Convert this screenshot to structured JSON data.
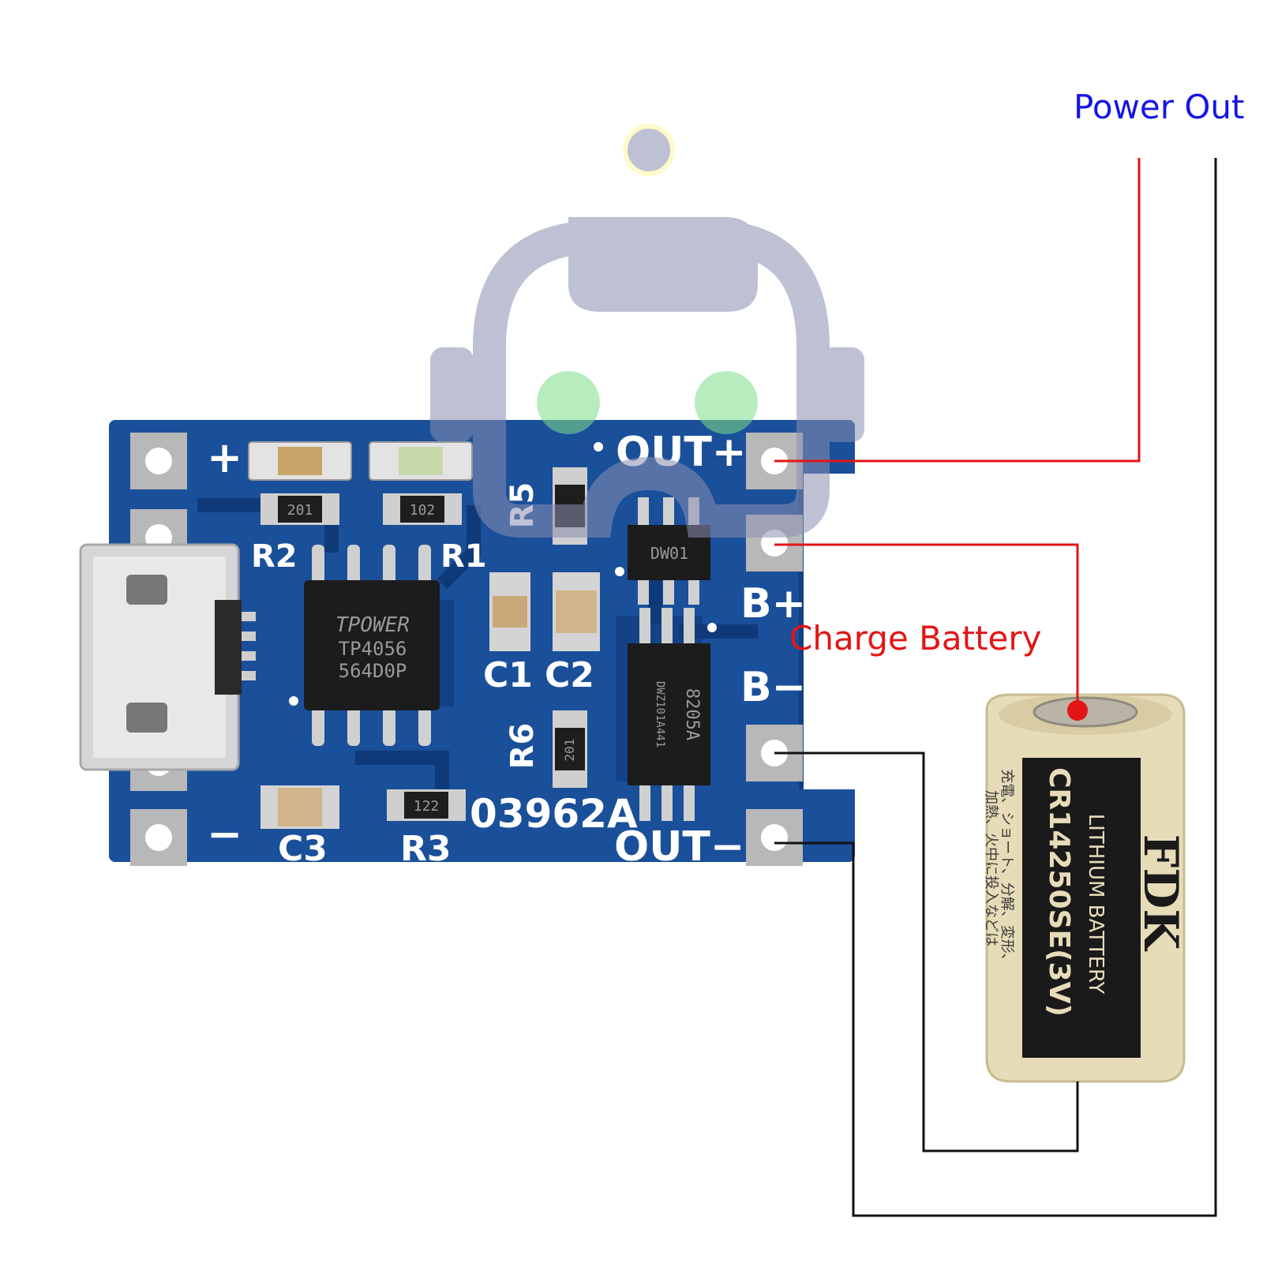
{
  "labels": {
    "power_out": "Power Out",
    "charge_battery": "Charge Battery"
  },
  "board": {
    "plus": "+",
    "minus": "−",
    "out_plus": "OUT+",
    "out_minus": "OUT−",
    "b_plus": "B+",
    "b_minus": "B−",
    "r1": "R1",
    "r2": "R2",
    "r3": "R3",
    "r5": "R5",
    "r6": "R6",
    "c1": "C1",
    "c2": "C2",
    "c3": "C3",
    "code": "03962A",
    "chip_main_line1": "TPOWER",
    "chip_main_line2": "TP4056",
    "chip_main_line3": "564D0P",
    "chip_dw": "DW01",
    "chip_8205_line1": "8205A",
    "chip_8205_line2": "DWZ101A441",
    "res_r2": "201",
    "res_r1": "102",
    "res_r3": "122",
    "res_r6": "201"
  },
  "battery": {
    "brand": "FDK",
    "type": "LITHIUM BATTERY",
    "model": "CR14250SE(3V)",
    "jp_line1": "充電、ショート、分解、変形、",
    "jp_line2": "加熱、火中に投入などは"
  },
  "colors": {
    "pcb": "#1a4f9a",
    "pcb_dark": "#0f3a7a",
    "power_out": "#1515e6",
    "charge_battery": "#e31515",
    "wire_red": "#e31515",
    "wire_black": "#111111",
    "battery_body": "#e7dcb8",
    "battery_label": "#1a1a1a"
  }
}
